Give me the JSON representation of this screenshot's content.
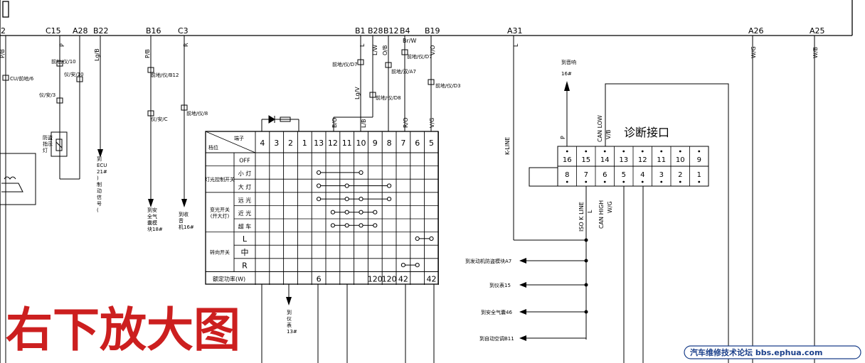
{
  "connector_top": {
    "pins": [
      {
        "id": "pin-2",
        "label": "2"
      },
      {
        "id": "pin-c15",
        "label": "C15"
      },
      {
        "id": "pin-a28",
        "label": "A28"
      },
      {
        "id": "pin-b22",
        "label": "B22"
      },
      {
        "id": "pin-b16",
        "label": "B16"
      },
      {
        "id": "pin-c3",
        "label": "C3"
      },
      {
        "id": "pin-b1",
        "label": "B1"
      },
      {
        "id": "pin-b28",
        "label": "B28"
      },
      {
        "id": "pin-b12",
        "label": "B12"
      },
      {
        "id": "pin-b4",
        "label": "B4"
      },
      {
        "id": "pin-b19",
        "label": "B19"
      },
      {
        "id": "pin-a31",
        "label": "A31"
      },
      {
        "id": "pin-a26",
        "label": "A26"
      },
      {
        "id": "pin-a25",
        "label": "A25"
      }
    ]
  },
  "wire_colors": {
    "w_2": "P/B",
    "w_c15": "P",
    "w_b22": "Lg/B",
    "w_b16": "P/B",
    "w_c3": "R",
    "w_b1": "L",
    "w_b28": "L/W",
    "w_b12": "O/B",
    "w_b4": "Br/W",
    "w_b19": "V/O",
    "w_a31": "L",
    "w_a26": "W/G",
    "w_a25": "W/B",
    "w_lgv": "Lg/V",
    "w_lb": "L/B",
    "w_bo": "B/O",
    "w_ro": "R/O",
    "w_vg": "V/G",
    "w_p": "P",
    "w_canlow": "V/B",
    "w_canhigh": "W/G",
    "w_isok": "L"
  },
  "notes": {
    "n_ecu": "CU/前地/6",
    "n_c15_1": "前地/仪/10",
    "n_c15_2": "仪/安/10",
    "n_c15_3": "仪/安/3",
    "n_lamp": "防盗\n指示\n灯",
    "n_b22_to": "到\nECU\n21#\n)\n制\n动\n信\n号\n(",
    "n_b16_1": "前地/仪/B12",
    "n_b16_2": "仪/安/C",
    "n_b16_to": "到安\n全气\n囊模\n块18#",
    "n_c3_1": "前地/仪/8",
    "n_c3_to": "到收\n音\n机16#",
    "n_b1": "前地/仪/D7",
    "n_b12_1": "前地/仪/D8",
    "n_b12_2": "前地/双/A7",
    "n_b4": "前地/仪/D7",
    "n_b19": "前地/仪/D3",
    "n_to_meter": "到\n仪\n表\n13#",
    "n_to_radio": "到音响",
    "n_radio_pin": "16#"
  },
  "table": {
    "header_terminal": "端子",
    "header_position": "档位",
    "col_labels": [
      "4",
      "3",
      "2",
      "1",
      "13",
      "12",
      "11",
      "10",
      "9",
      "8",
      "7",
      "6",
      "5"
    ],
    "rows": [
      {
        "group": "",
        "label": "OFF"
      },
      {
        "group": "灯光控制开关",
        "label": "小 灯"
      },
      {
        "group": "",
        "label": "大 灯"
      },
      {
        "group": "变光开关\n(开大灯)",
        "label": "远 光"
      },
      {
        "group": "",
        "label": "近 光"
      },
      {
        "group": "",
        "label": "超 车"
      },
      {
        "group": "转向开关",
        "label": "L"
      },
      {
        "group": "",
        "label": "中"
      },
      {
        "group": "",
        "label": "R"
      }
    ],
    "footer_label": "额定功率(W)",
    "footer_values": [
      "",
      "",
      "",
      "",
      "6",
      "",
      "",
      "",
      "120",
      "120",
      "42",
      "",
      "42"
    ]
  },
  "diag": {
    "title": "诊断接口",
    "top_pins": [
      "16",
      "15",
      "14",
      "13",
      "12",
      "11",
      "10",
      "9"
    ],
    "bottom_pins": [
      "8",
      "7",
      "6",
      "5",
      "4",
      "3",
      "2",
      "1"
    ],
    "label_can_low": "CAN LOW",
    "label_k_line": "K-LINE",
    "label_iso_k": "ISO K LINE",
    "label_can_high": "CAN HIGH"
  },
  "destinations": [
    "到发动机防盗模块A7",
    "到仪表15",
    "到安全气囊46",
    "到自动空调B11"
  ],
  "overlay_text": "右下放大图",
  "watermark": "汽车维修技术论坛 bbs.ephua.com",
  "colors": {
    "overlay": "#cc1f1f",
    "watermark": "#1a3f8a",
    "line": "#000000"
  }
}
